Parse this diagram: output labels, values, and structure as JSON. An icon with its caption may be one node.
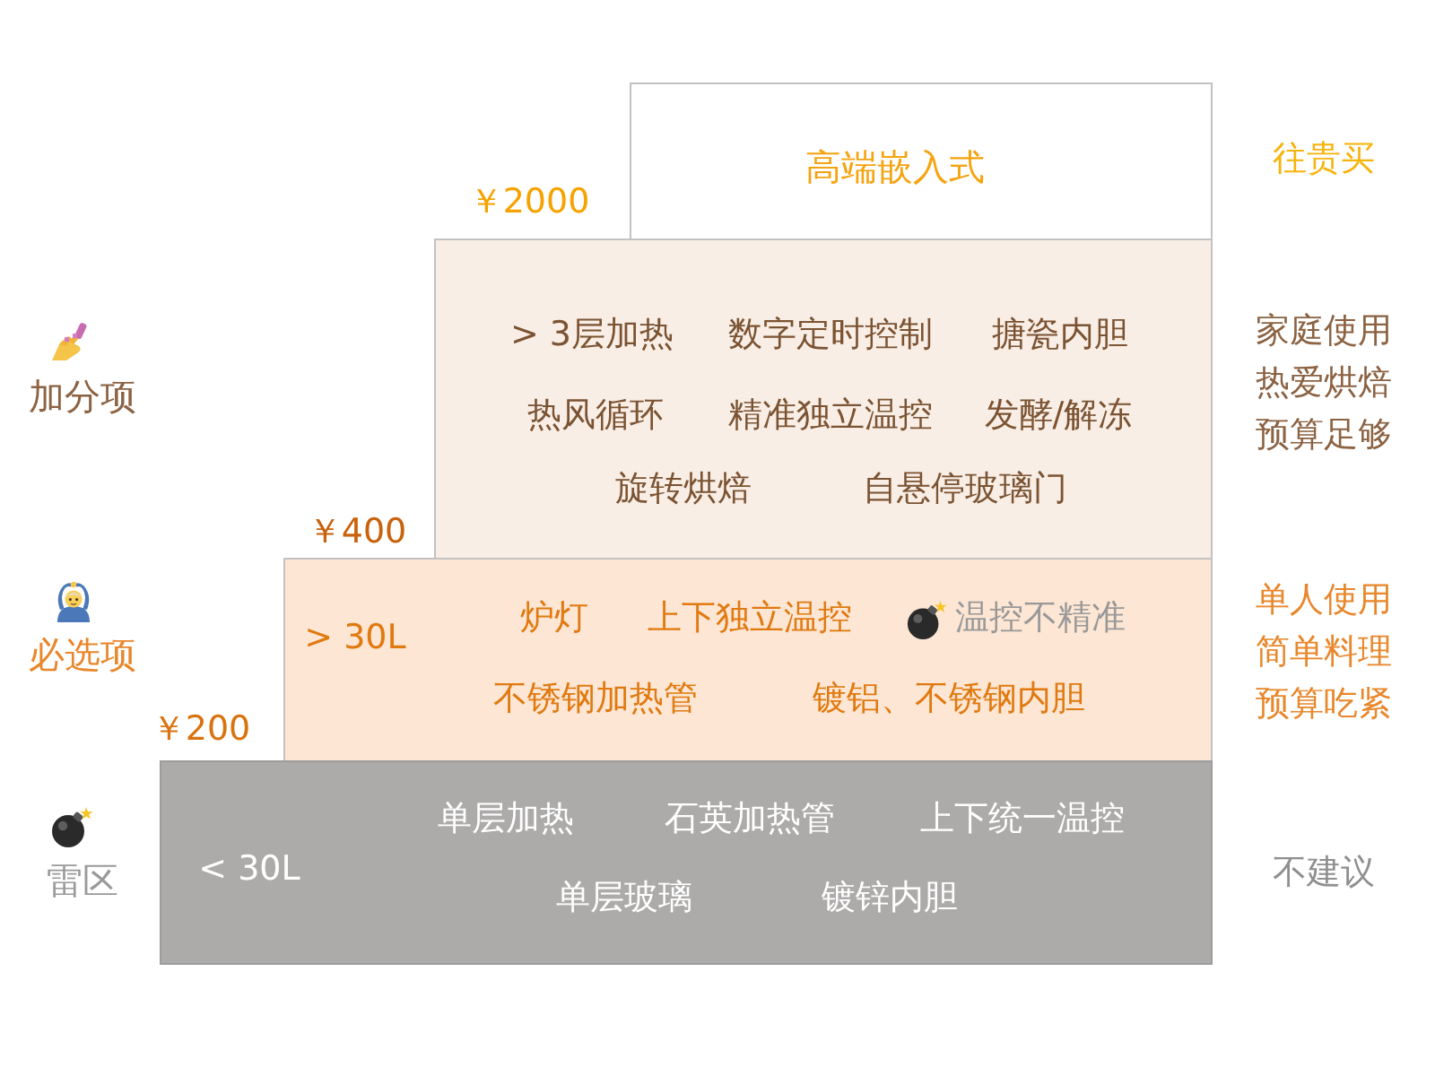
{
  "diagram": {
    "nodes": [
      {
        "text": [
          "高端嵌入式"
        ],
        "beside": [
          "往贵买"
        ]
      },
      {
        "text": [
          "> 3层加热",
          "数字定时控制",
          "搪瓷内胆",
          "热风循环",
          "精准独立温控",
          "发酵/解冻",
          "旋转烘焙",
          "自悬停玻璃门"
        ],
        "beside": [
          "家庭使用热爱烘焙预算足够"
        ]
      },
      {
        "text": [
          "> 30L",
          "炉灯",
          "上下独立温控",
          "温控不精准",
          "不锈钢加热管",
          "镀铝、不锈钢内胆"
        ],
        "beside": [
          "单人使用简单料理预算吃紧"
        ]
      },
      {
        "text": [
          "< 30L",
          "单层加热",
          "石英加热管",
          "上下统一温控",
          "单层玻璃",
          "镀锌内胆"
        ],
        "beside": [
          "不建议"
        ]
      }
    ],
    "labels": [
      "￥2000",
      "加分项",
      "￥400",
      "必选项",
      "￥200",
      "雷区"
    ]
  }
}
